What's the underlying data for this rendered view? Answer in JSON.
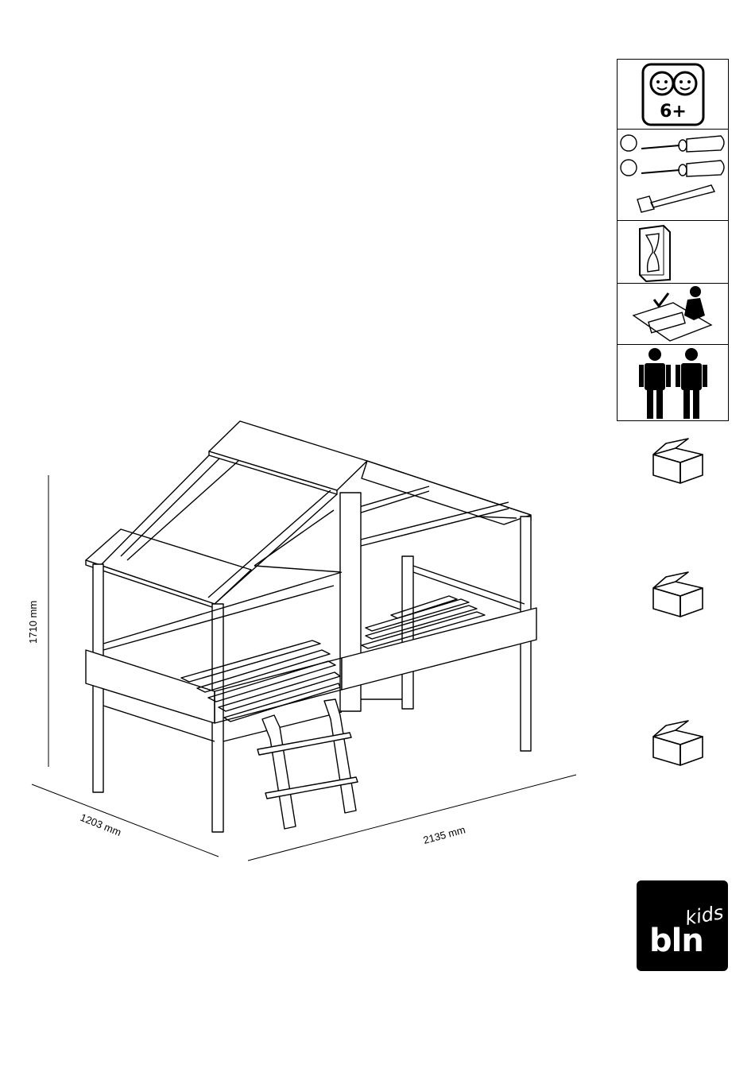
{
  "dimensions": {
    "height": "1710 mm",
    "depth": "1203 mm",
    "length": "2135 mm"
  },
  "age_badge": {
    "label": "6+"
  },
  "icons": [
    "children-faces-icon",
    "screwdrivers-hammer-icon",
    "hourglass-icon",
    "assemble-on-floor-icon",
    "two-persons-icon",
    "box-icon"
  ],
  "logo": {
    "main": "bln",
    "sub": "kids"
  }
}
